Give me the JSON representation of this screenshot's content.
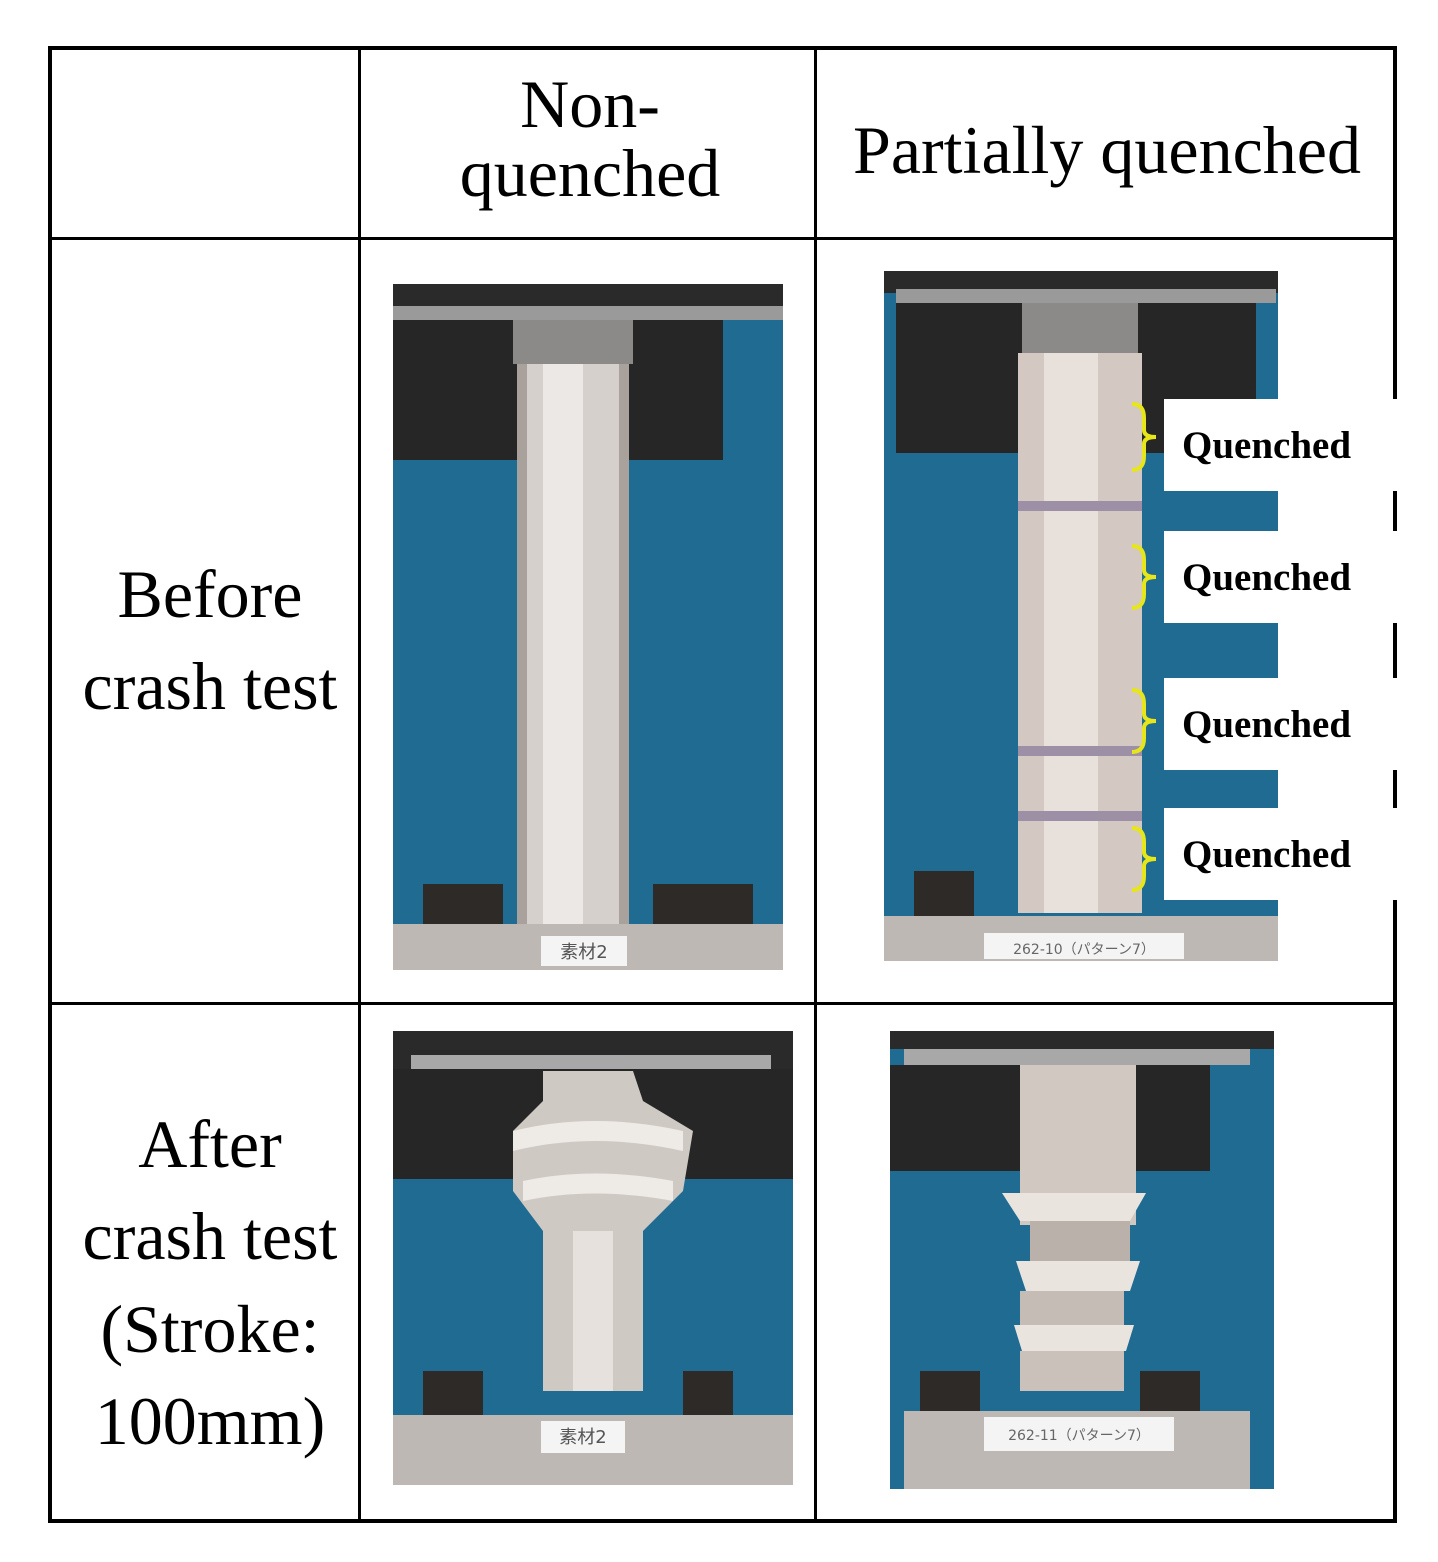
{
  "table": {
    "header": {
      "col1": "",
      "col2": "Non-quenched",
      "col3": "Partially quenched"
    },
    "rows": [
      {
        "label": "Before crash test"
      },
      {
        "label": "After crash test (Stroke: 100mm)"
      }
    ]
  },
  "photos": {
    "before_non_quenched": {
      "tag": "素材2"
    },
    "before_partially_quenched": {
      "tag": "262-10（パターン7）",
      "annotations": [
        "Quenched",
        "Quenched",
        "Quenched",
        "Quenched"
      ]
    },
    "after_non_quenched": {
      "tag": "素材2"
    },
    "after_partially_quenched": {
      "tag": "262-11（パターン7）"
    }
  },
  "colors": {
    "backdrop_blue": "#1f6b92",
    "fixture_dark": "#2b2b2b",
    "steel": "#d8d3cf",
    "brace_yellow": "#e6e61a"
  }
}
